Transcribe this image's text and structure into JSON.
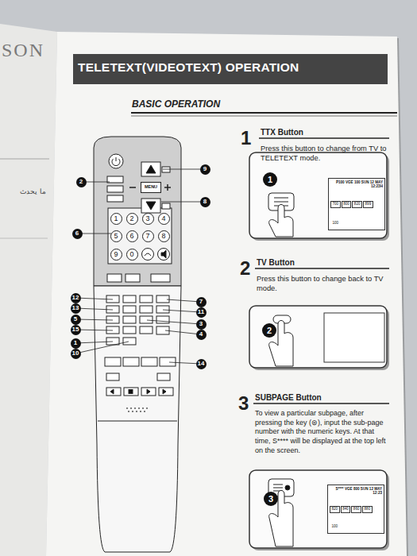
{
  "diagram": {
    "title": "TELETEXT(VIDEOTEXT) OPERATION",
    "nodes": [
      {
        "text": [
          "9"
        ]
      },
      {
        "text": [
          "2"
        ]
      },
      {
        "text": [
          "MENU"
        ]
      },
      {
        "text": [
          "8"
        ]
      },
      {
        "text": [
          "1"
        ]
      },
      {
        "text": [
          "2"
        ]
      },
      {
        "text": [
          "3"
        ]
      },
      {
        "text": [
          "4"
        ]
      },
      {
        "text": [
          "5"
        ]
      },
      {
        "text": [
          "6"
        ]
      },
      {
        "text": [
          "7"
        ]
      },
      {
        "text": [
          "8"
        ]
      },
      {
        "text": [
          "9"
        ]
      },
      {
        "text": [
          "0"
        ]
      },
      {
        "text": [
          "6"
        ]
      },
      {
        "text": [
          "12"
        ]
      },
      {
        "text": [
          "7"
        ]
      },
      {
        "text": [
          "13"
        ]
      },
      {
        "text": [
          "11"
        ]
      },
      {
        "text": [
          "5"
        ]
      },
      {
        "text": [
          "3"
        ]
      },
      {
        "text": [
          "15"
        ]
      },
      {
        "text": [
          "4"
        ]
      },
      {
        "text": [
          "1"
        ]
      },
      {
        "text": [
          "10"
        ]
      },
      {
        "text": [
          "14"
        ]
      },
      {
        "text": [
          "1"
        ]
      },
      {
        "text": [
          "P100 VGE 100 SUN 12 MAY 12:23H",
          "700",
          "800",
          "820",
          "899",
          "100"
        ]
      },
      {
        "text": [
          "2"
        ]
      },
      {
        "text": [
          "3"
        ]
      },
      {
        "text": [
          "S**** VGE 800 SUN 12 MAY 12:23",
          "820",
          "840",
          "860",
          "880",
          "100"
        ]
      }
    ],
    "labels": [
      "SON",
      "ما يحدث",
      "BASIC OPERATION",
      "1",
      "TTX Button",
      "Press this button to change from TV to TELETEXT mode.",
      "2",
      "TV Button",
      "Press this button to change back to TV mode.",
      "3",
      "SUBPAGE Button",
      "To view a particular subpage, after pressing the key (⊜), input the sub-page number with the numeric keys. At that time, S**** will be displayed at the top left on the screen."
    ]
  }
}
